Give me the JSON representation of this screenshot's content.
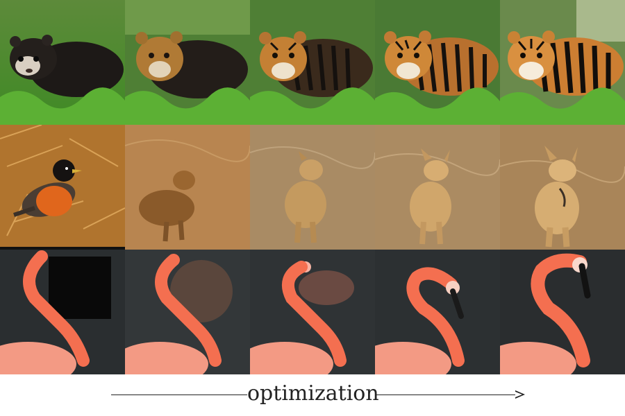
{
  "figure": {
    "caption": "optimization",
    "rows": [
      {
        "subject": "ferret-to-tiger",
        "frames": 5
      },
      {
        "subject": "robin-to-dog",
        "frames": 5
      },
      {
        "subject": "flamingo",
        "frames": 5
      }
    ]
  },
  "colors": {
    "grass": "#4c9a2a",
    "tiger_orange": "#c8782a",
    "ferret_dark": "#1e1a18",
    "sand": "#b98b58",
    "robin_orange": "#e0661c",
    "flamingo_pink": "#f07a5a",
    "water_dark": "#2a2e30"
  }
}
